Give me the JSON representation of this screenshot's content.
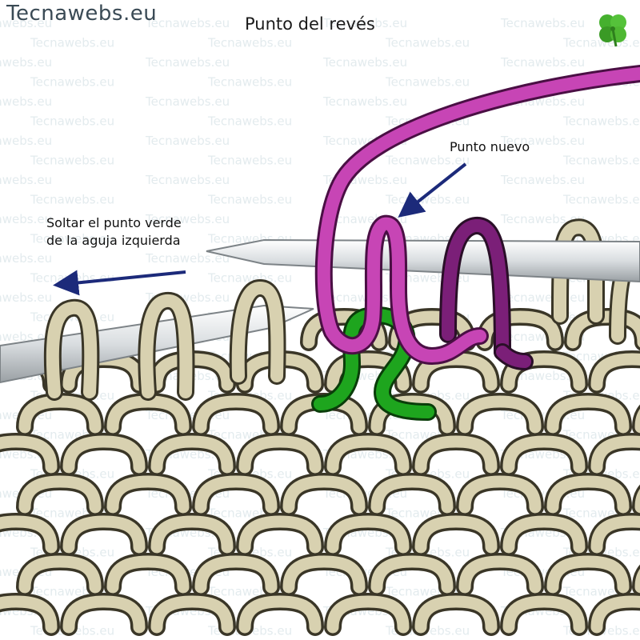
{
  "brand": "Tecnawebs.eu",
  "title": "Punto del revés",
  "annotations": {
    "new_stitch": "Punto nuevo",
    "drop_line1": "Soltar el punto verde",
    "drop_line2": "de la aguja izquierda"
  },
  "watermark_text": "Tecnawebs.eu",
  "colors": {
    "yarn_base": "#d8d1b0",
    "yarn_outline": "#3a3627",
    "green_stitch": "#1ea51e",
    "magenta_yarn": "#c745b5",
    "purple_stitch": "#7b1f78",
    "needle": "#d9dde0",
    "arrow": "#1c2a7a",
    "logo": "#45b02e"
  },
  "icons": [
    "clover-icon",
    "left-arrow-icon",
    "down-arrow-icon"
  ]
}
